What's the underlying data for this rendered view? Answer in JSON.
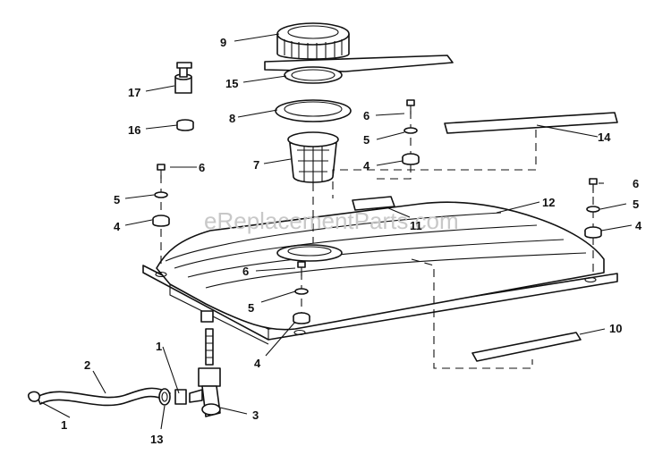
{
  "watermark": "eReplacementParts.com",
  "callouts": {
    "c1a": "1",
    "c1b": "1",
    "c2": "2",
    "c3": "3",
    "c4a": "4",
    "c4b": "4",
    "c4c": "4",
    "c4d": "4",
    "c5a": "5",
    "c5b": "5",
    "c5c": "5",
    "c5d": "5",
    "c6a": "6",
    "c6b": "6",
    "c6c": "6",
    "c6d": "6",
    "c7": "7",
    "c8": "8",
    "c9": "9",
    "c10": "10",
    "c11": "11",
    "c12": "12",
    "c13": "13",
    "c14": "14",
    "c15": "15",
    "c16": "16",
    "c17": "17"
  }
}
